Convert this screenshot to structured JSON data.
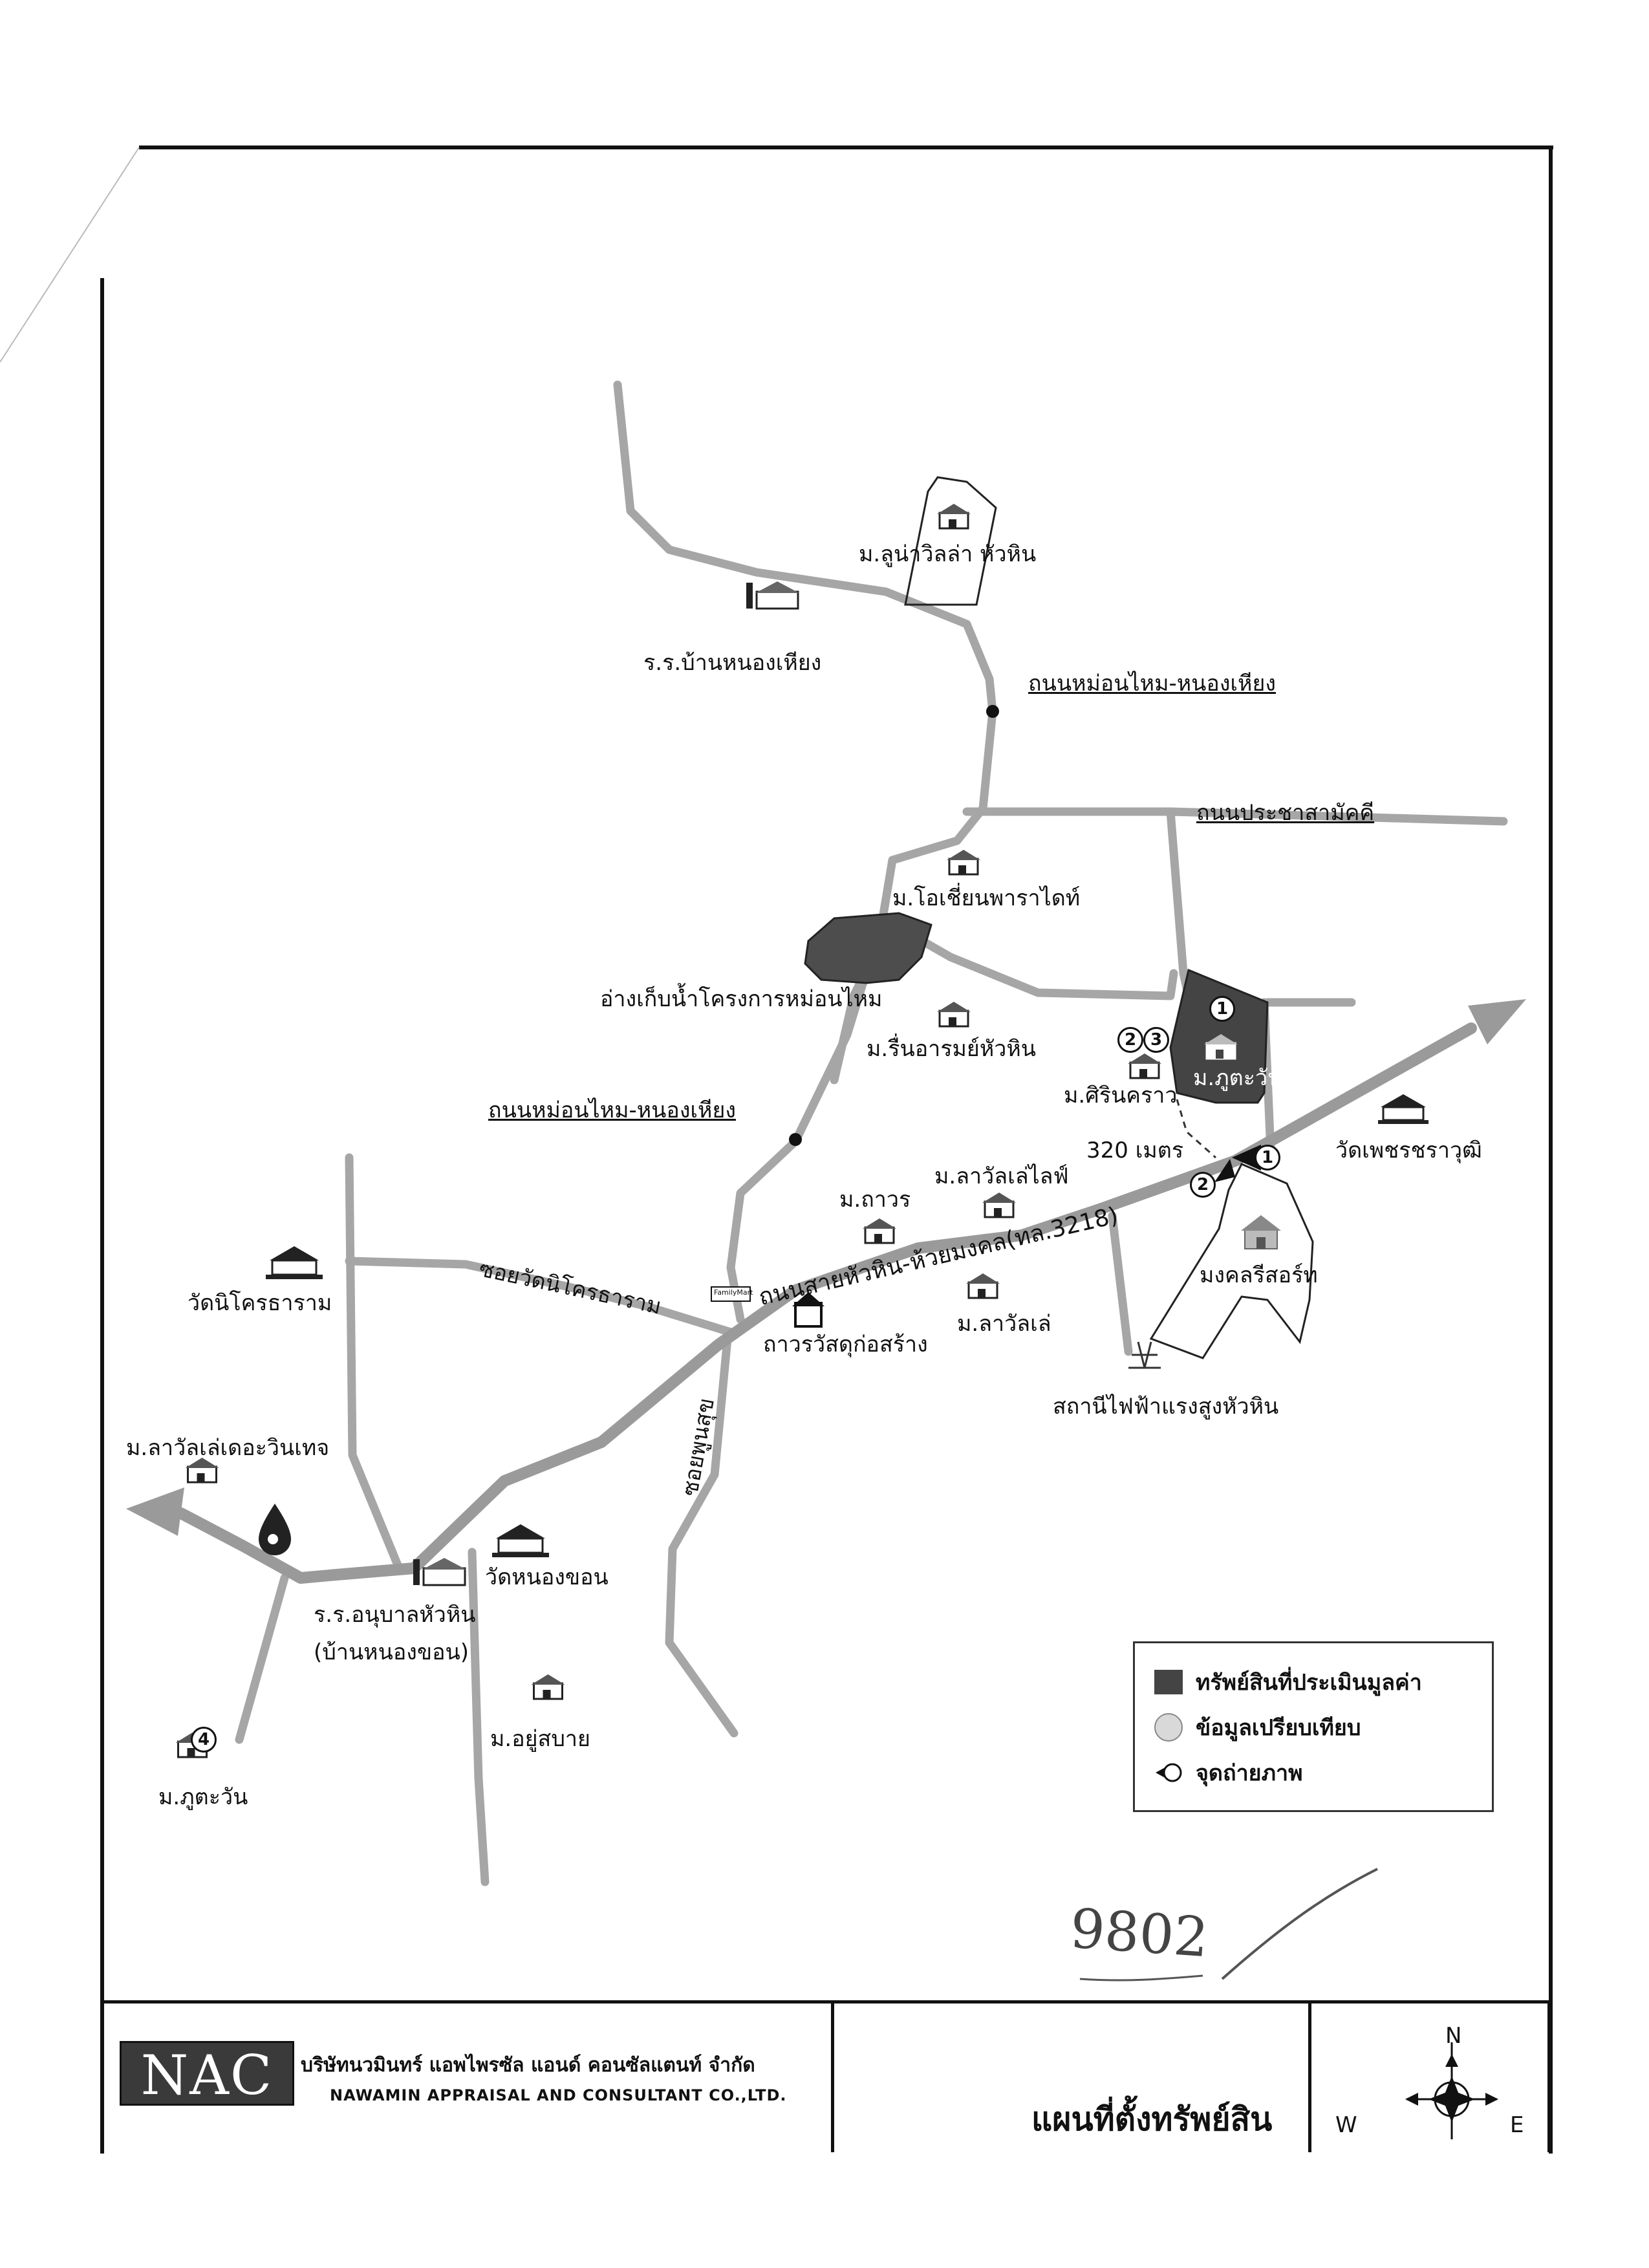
{
  "map": {
    "places": {
      "luna_villa": "ม.ลูน่าวิลล่า หัวหิน",
      "school_nongkhiang": "ร.ร.บ้านหนองเหียง",
      "ocean_paradise": "ม.โอเชี่ยนพาราไดท์",
      "reservoir": "อ่างเก็บน้ำโครงการหม่อนไหม",
      "ruenarom": "ม.รื่นอารมย์หัวหิน",
      "sirinkhao": "ม.ศิรินคราว",
      "phutawan_main": "ม.ภูตะวัน",
      "wat_phet": "วัดเพชรชราวุฒิ",
      "tawon": "ม.ถาวร",
      "lawanlay_life": "ม.ลาวัลเล่ไลฟ์",
      "mongkol_resort": "มงคลรีสอร์ท",
      "wat_nikhrot": "วัดนิโครธาราม",
      "tawon_material": "ถาวรวัสดุก่อสร้าง",
      "lawanlay": "ม.ลาวัลเล่",
      "substation": "สถานีไฟฟ้าแรงสูงหัวหิน",
      "lawanlay_vintage": "ม.ลาวัลเล่เดอะวินเทจ",
      "wat_nongkhon": "วัดหนองขอน",
      "school_anuban": "ร.ร.อนุบาลหัวหิน",
      "school_anuban_sub": "(บ้านหนองขอน)",
      "yusabai": "ม.อยู่สบาย",
      "phutawan_4": "ม.ภูตะวัน"
    },
    "roads": {
      "monmai_nongkhiang_1": "ถนนหม่อนไหม-หนองเหียง",
      "monmai_nongkhiang_2": "ถนนหม่อนไหม-หนองเหียง",
      "prachasamakkhi": "ถนนประชาสามัคคี",
      "soi_wat_nikhrot": "ซอยวัดนิโครธาราม",
      "main_road": "ถนนสายหัวหิน-ห้วยมงคล(ทล.3218)",
      "soi_phunsuk": "ซอยพูนสุข"
    },
    "distance": "320 เมตร",
    "markers": {
      "m1": "1",
      "m2": "2",
      "m3": "3",
      "m4": "4",
      "photo1": "1",
      "photo2": "2"
    },
    "shop_sign": "FamilyMart"
  },
  "legend": {
    "appraised": "ทรัพย์สินที่ประเมินมูลค่า",
    "comparison": "ข้อมูลเปรียบเทียบ",
    "photo_point": "จุดถ่ายภาพ",
    "colors": {
      "appraised": "#444444",
      "comparison": "#d9d9d9"
    }
  },
  "footer": {
    "logo": "NAC",
    "company_th": "บริษัทนวมินทร์ แอพไพรซัล แอนด์ คอนซัลแตนท์ จำกัด",
    "company_en": "NAWAMIN APPRAISAL AND CONSULTANT CO.,LTD.",
    "title": "แผนที่ตั้งทรัพย์สิน",
    "compass": {
      "n": "N",
      "w": "W",
      "e": "E"
    }
  },
  "handwritten": "9802",
  "colors": {
    "road": "#a6a6a6",
    "main_road": "#9a9a9a",
    "frame": "#111111"
  }
}
